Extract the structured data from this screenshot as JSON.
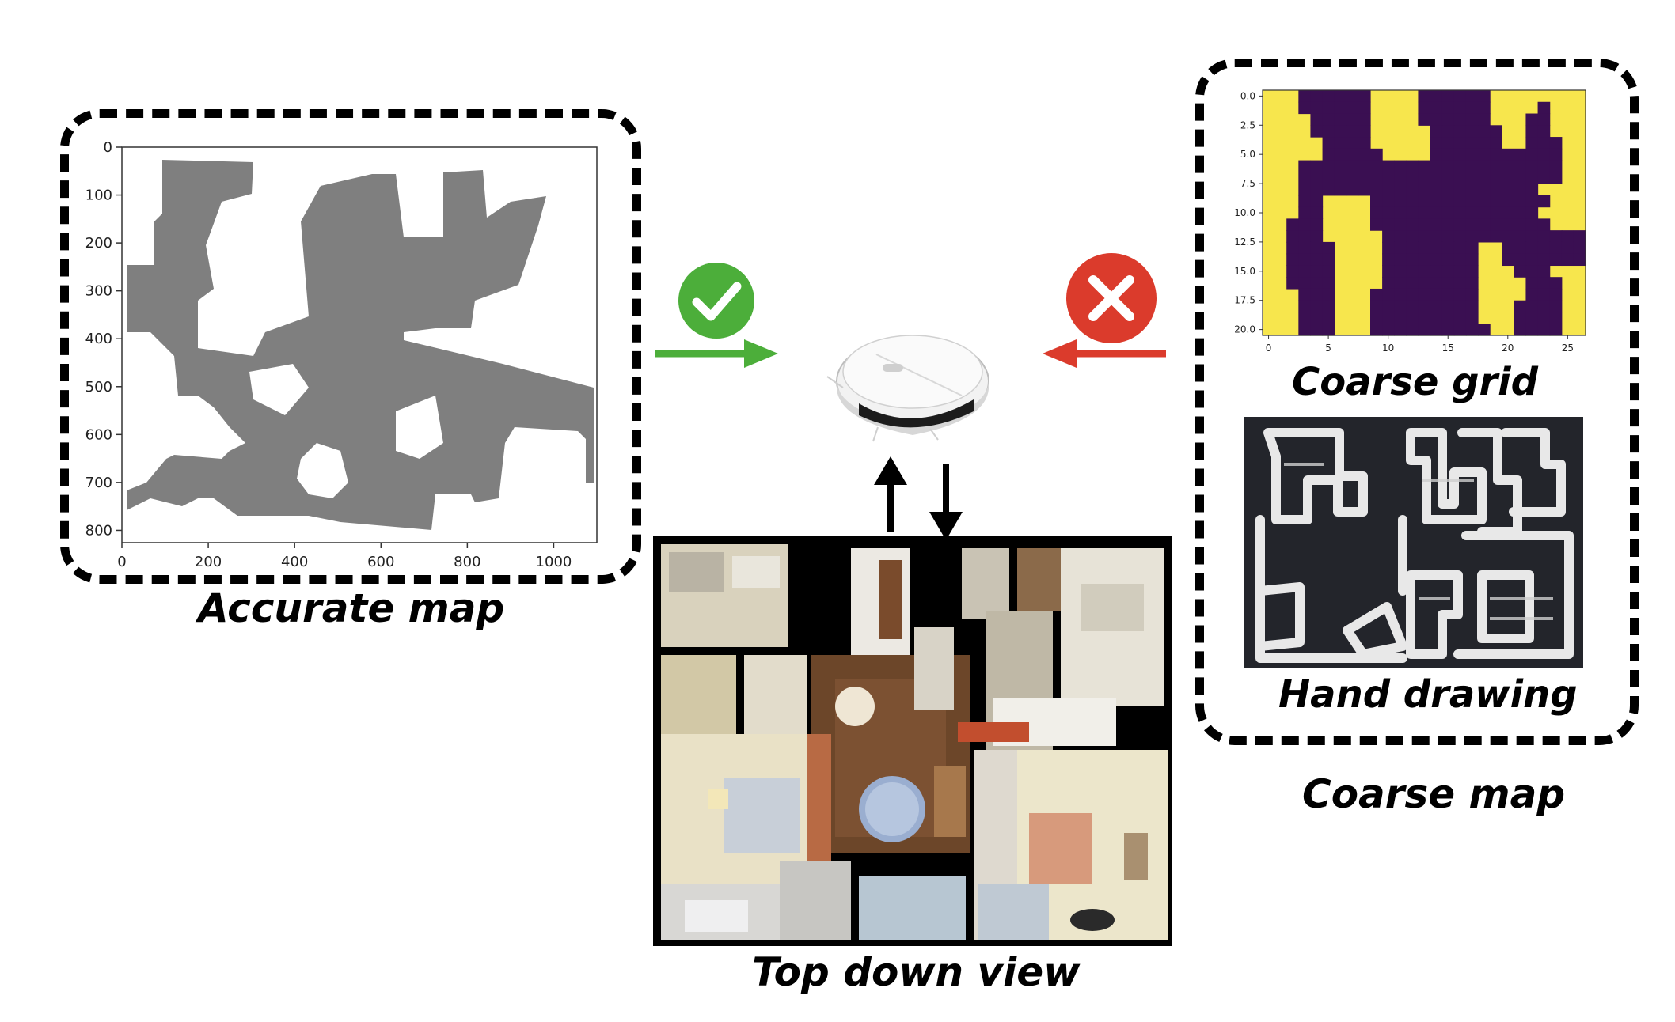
{
  "captions": {
    "accurate_map": "Accurate map",
    "coarse_grid": "Coarse grid",
    "hand_drawing": "Hand drawing",
    "coarse_map": "Coarse map",
    "top_down_view": "Top down view"
  },
  "accurate_map_axes": {
    "x_ticks": [
      "0",
      "200",
      "400",
      "600",
      "800",
      "1000"
    ],
    "y_ticks": [
      "0",
      "100",
      "200",
      "300",
      "400",
      "500",
      "600",
      "700",
      "800"
    ]
  },
  "coarse_grid_axes": {
    "x_ticks": [
      "0",
      "5",
      "10",
      "15",
      "20",
      "25"
    ],
    "y_ticks": [
      "0.0",
      "2.5",
      "5.0",
      "7.5",
      "10.0",
      "12.5",
      "15.0",
      "17.5",
      "20.0"
    ]
  },
  "colors": {
    "map_fill": "#7f7f7f",
    "grid_yellow": "#f7e64d",
    "grid_purple": "#3a0f52",
    "accept_green": "#4cae3a",
    "reject_red": "#db3b2c",
    "hand_bg": "#23252b",
    "hand_stroke": "#e8e8e8"
  },
  "icons": {
    "accept": "check-mark-icon",
    "reject": "cross-mark-icon",
    "robot": "robot-vacuum-icon"
  }
}
